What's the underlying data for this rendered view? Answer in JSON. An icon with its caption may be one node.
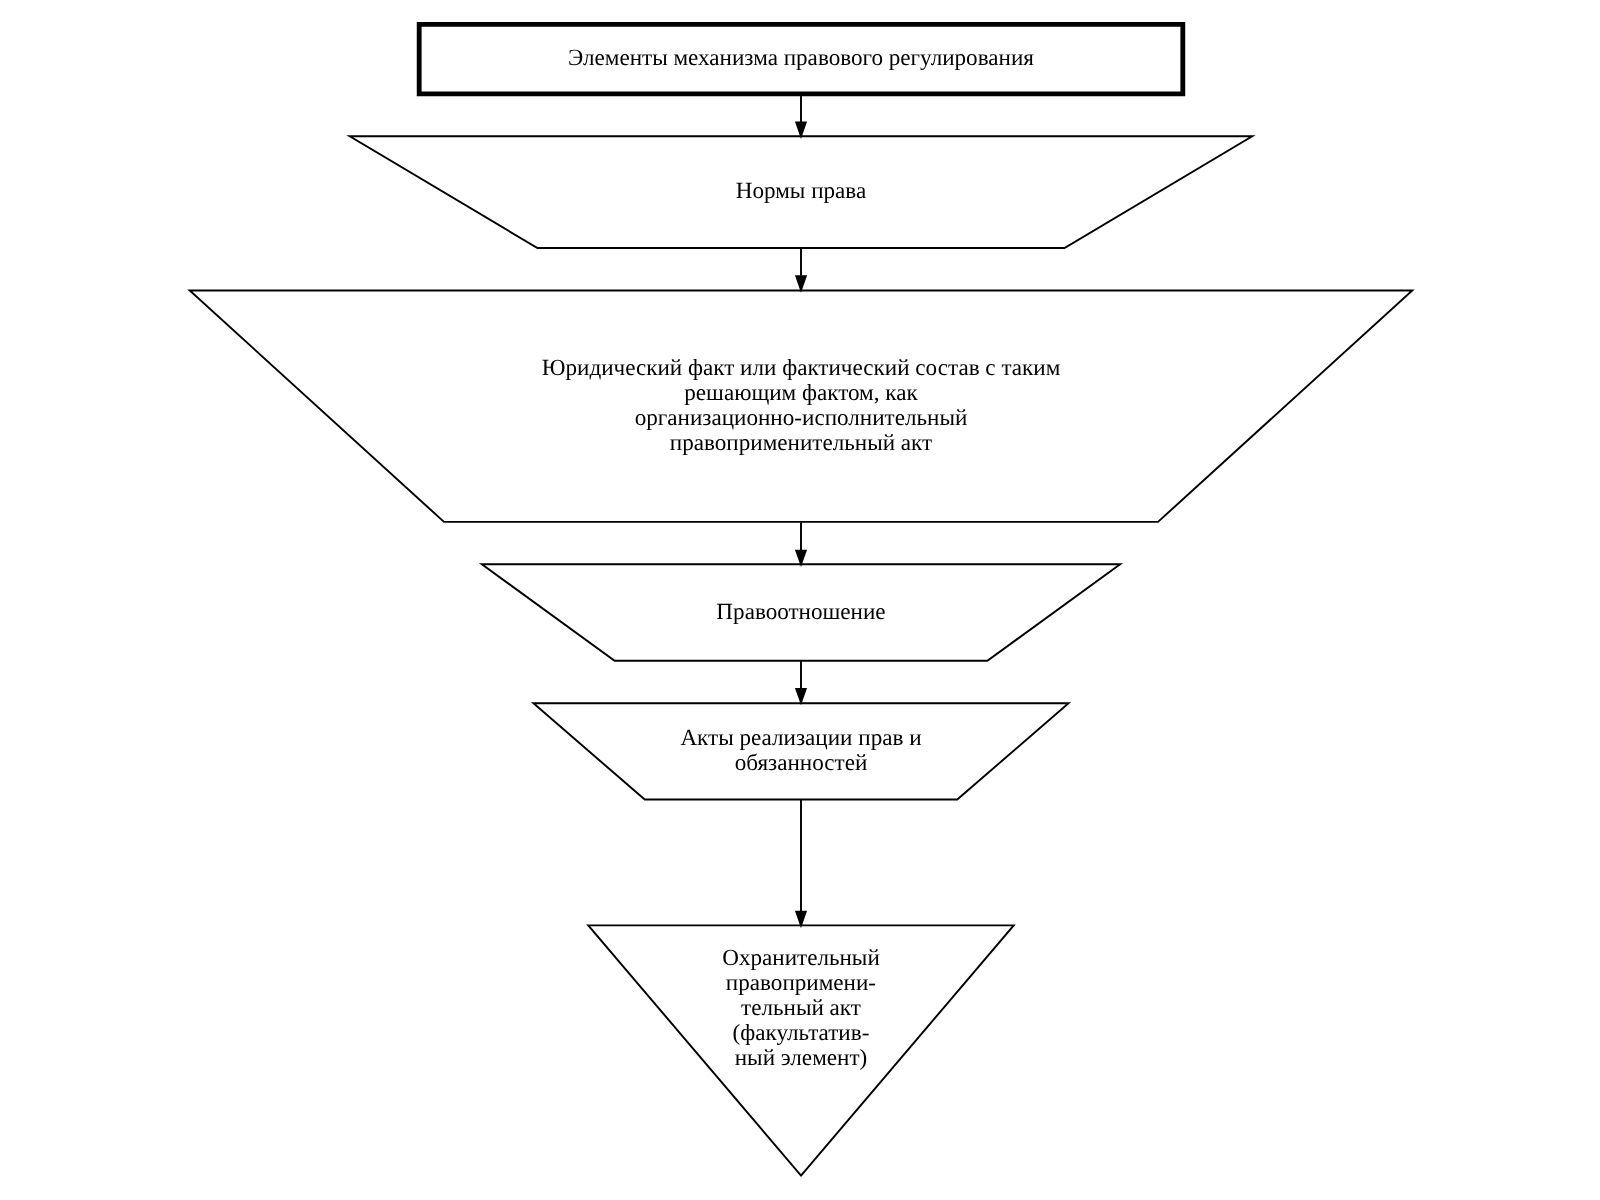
{
  "diagram": {
    "nodes": [
      {
        "text": [
          "Элементы механизма правового регулирования"
        ]
      },
      {
        "text": [
          "Нормы права"
        ]
      },
      {
        "text": [
          "Юридический факт или фактический состав с таким решающим фактом, как организационно-исполнительный правоприменительный акт"
        ]
      },
      {
        "text": [
          "Правоотношение"
        ]
      },
      {
        "text": [
          "Акты реализации прав и обязанностей"
        ]
      },
      {
        "text": [
          "Охранительный правопримени- тельный акт (факультатив- ный элемент)"
        ]
      }
    ],
    "edges": [
      {
        "from": 0,
        "to": 1,
        "arrow": "to"
      },
      {
        "from": 1,
        "to": 2,
        "arrow": "to"
      },
      {
        "from": 2,
        "to": 3,
        "arrow": "to"
      },
      {
        "from": 3,
        "to": 4,
        "arrow": "to"
      },
      {
        "from": 4,
        "to": 5,
        "arrow": "to"
      }
    ]
  }
}
